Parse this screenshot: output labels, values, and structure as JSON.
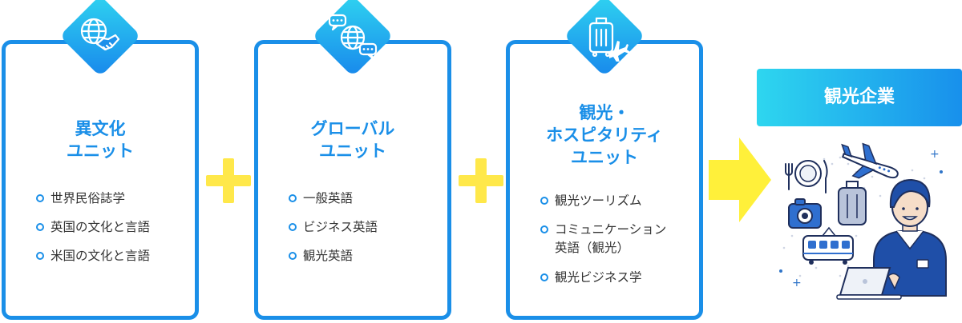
{
  "units": [
    {
      "title_lines": [
        "異文化",
        "ユニット"
      ],
      "icon": "globe-handshake-icon",
      "items": [
        [
          "世界民俗誌学"
        ],
        [
          "英国の文化と言語"
        ],
        [
          "米国の文化と言語"
        ]
      ]
    },
    {
      "title_lines": [
        "グローバル",
        "ユニット"
      ],
      "icon": "globe-chat-icon",
      "items": [
        [
          "一般英語"
        ],
        [
          "ビジネス英語"
        ],
        [
          "観光英語"
        ]
      ]
    },
    {
      "title_lines": [
        "観光・",
        "ホスピタリティ",
        "ユニット"
      ],
      "icon": "suitcase-plane-icon",
      "items": [
        [
          "観光ツーリズム"
        ],
        [
          "コミュニケーション",
          "英語（観光）"
        ],
        [
          "観光ビジネス学"
        ]
      ]
    }
  ],
  "operator": "plus",
  "result": {
    "label": "観光企業"
  },
  "colors": {
    "accent": "#1a8fe8",
    "accent_light": "#2fd3f0",
    "plus": "#ffe84a",
    "arrow": "#fff03a"
  }
}
